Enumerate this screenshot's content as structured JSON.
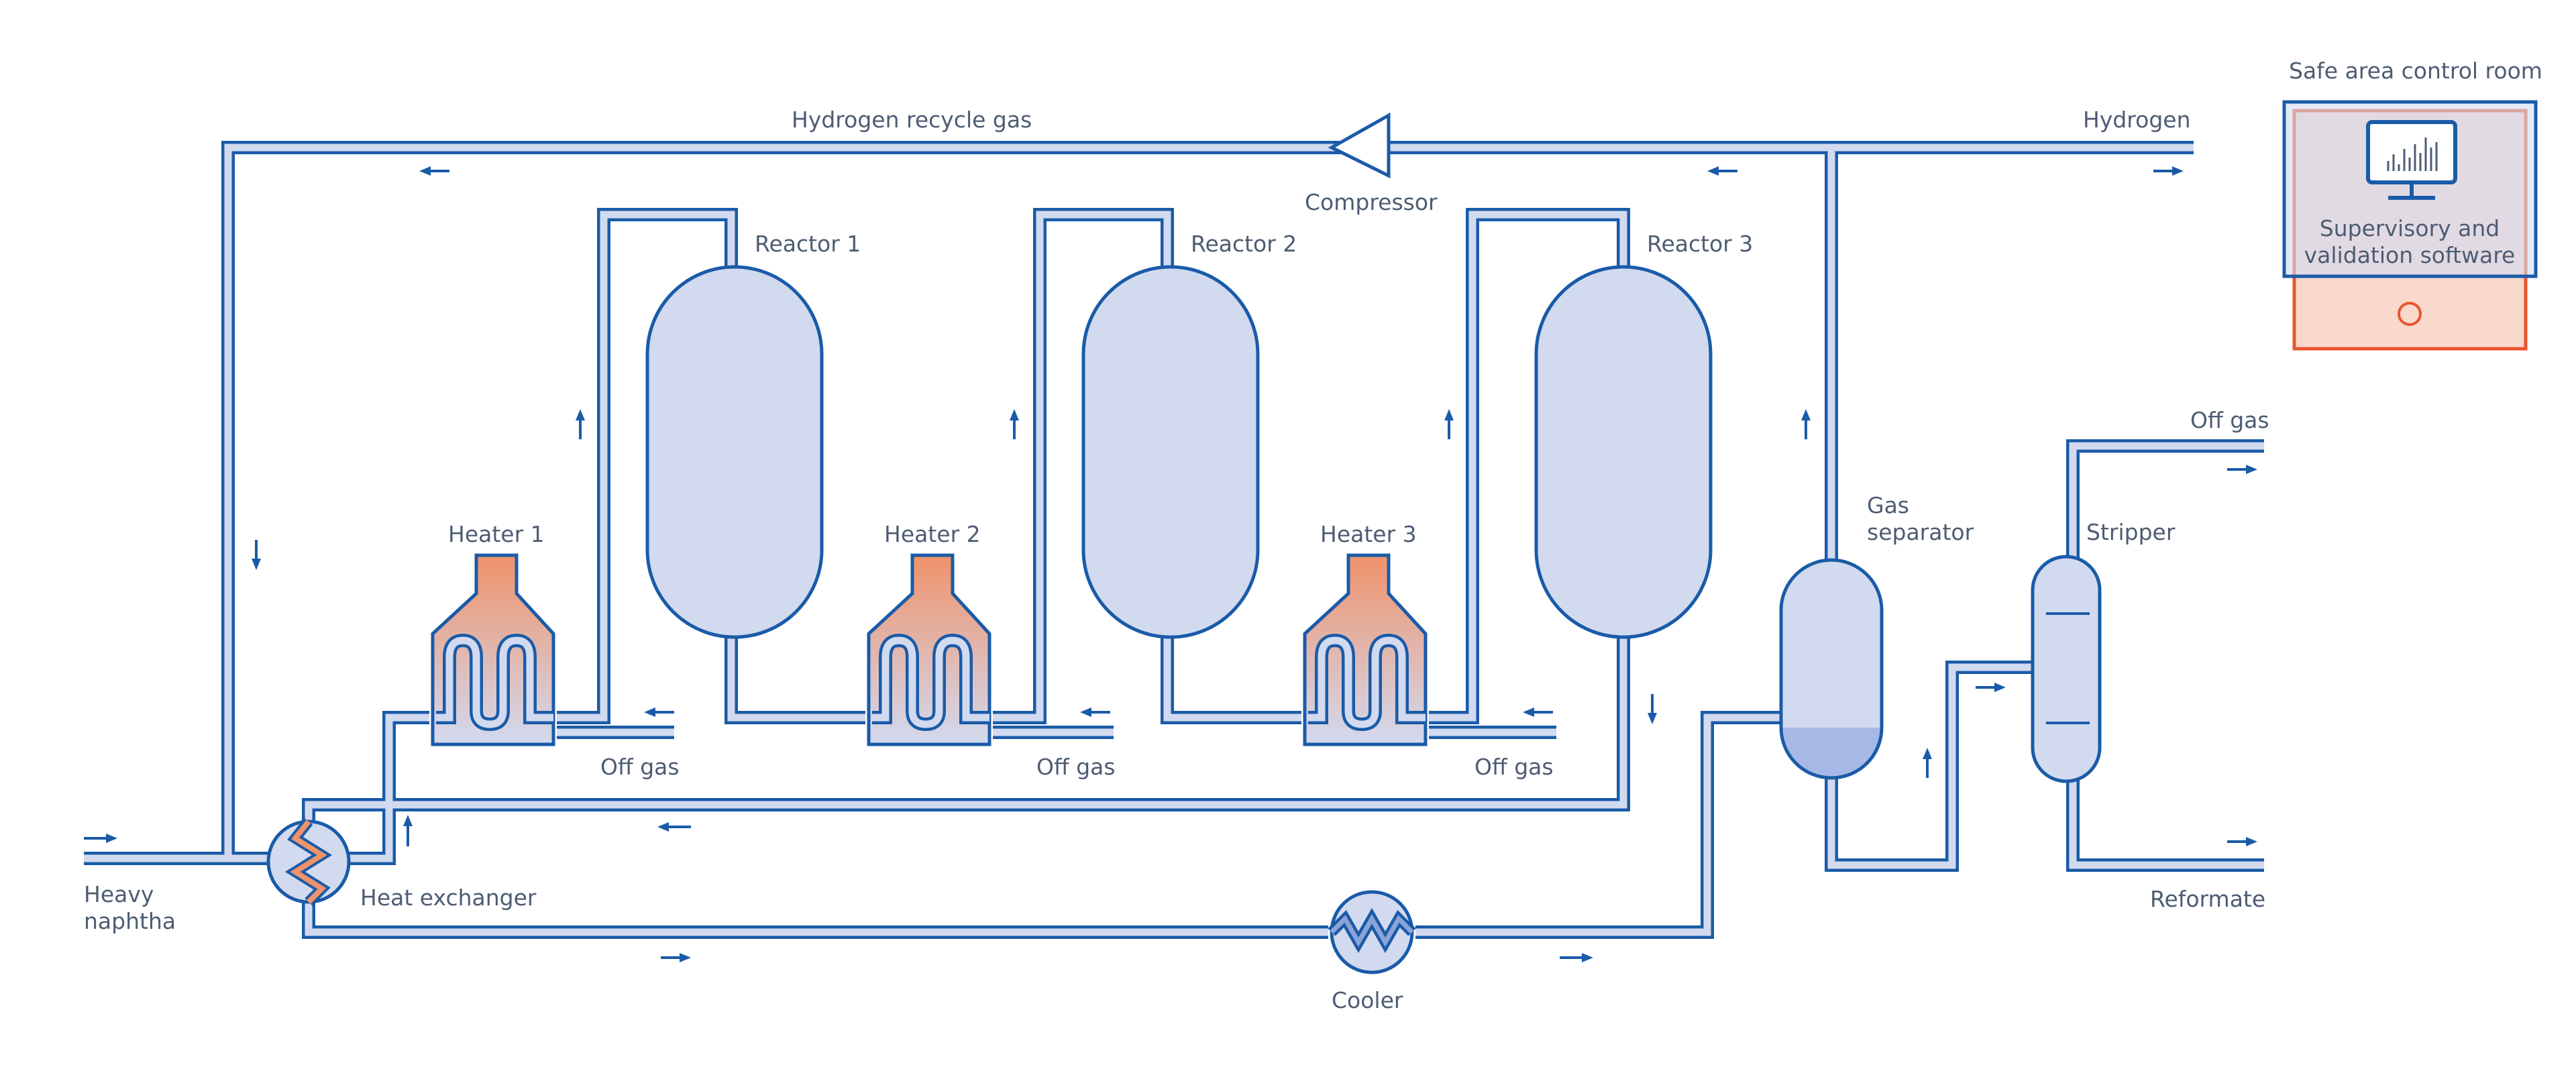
{
  "labels": {
    "hydrogen_recycle_gas": "Hydrogen recycle gas",
    "hydrogen": "Hydrogen",
    "compressor": "Compressor",
    "reactor_1": "Reactor 1",
    "reactor_2": "Reactor 2",
    "reactor_3": "Reactor 3",
    "heater_1": "Heater 1",
    "heater_2": "Heater 2",
    "heater_3": "Heater 3",
    "off_gas_1": "Off gas",
    "off_gas_2": "Off gas",
    "off_gas_3": "Off gas",
    "off_gas_stripper": "Off gas",
    "gas_separator_line1": "Gas",
    "gas_separator_line2": "separator",
    "stripper": "Stripper",
    "reformate": "Reformate",
    "heavy_naphtha_line1": "Heavy",
    "heavy_naphtha_line2": "naphtha",
    "heat_exchanger": "Heat exchanger",
    "cooler": "Cooler"
  },
  "control_room": {
    "title": "Safe area control room",
    "software_line1": "Supervisory and",
    "software_line2": "validation software"
  },
  "colors": {
    "pipe": "#1a5ba8",
    "vessel_fill": "#d2daf0",
    "heater_hot": "#f0926a",
    "control_room_fill": "#f9d9cc",
    "control_room_border": "#e8552e",
    "label": "#4d5c73"
  }
}
